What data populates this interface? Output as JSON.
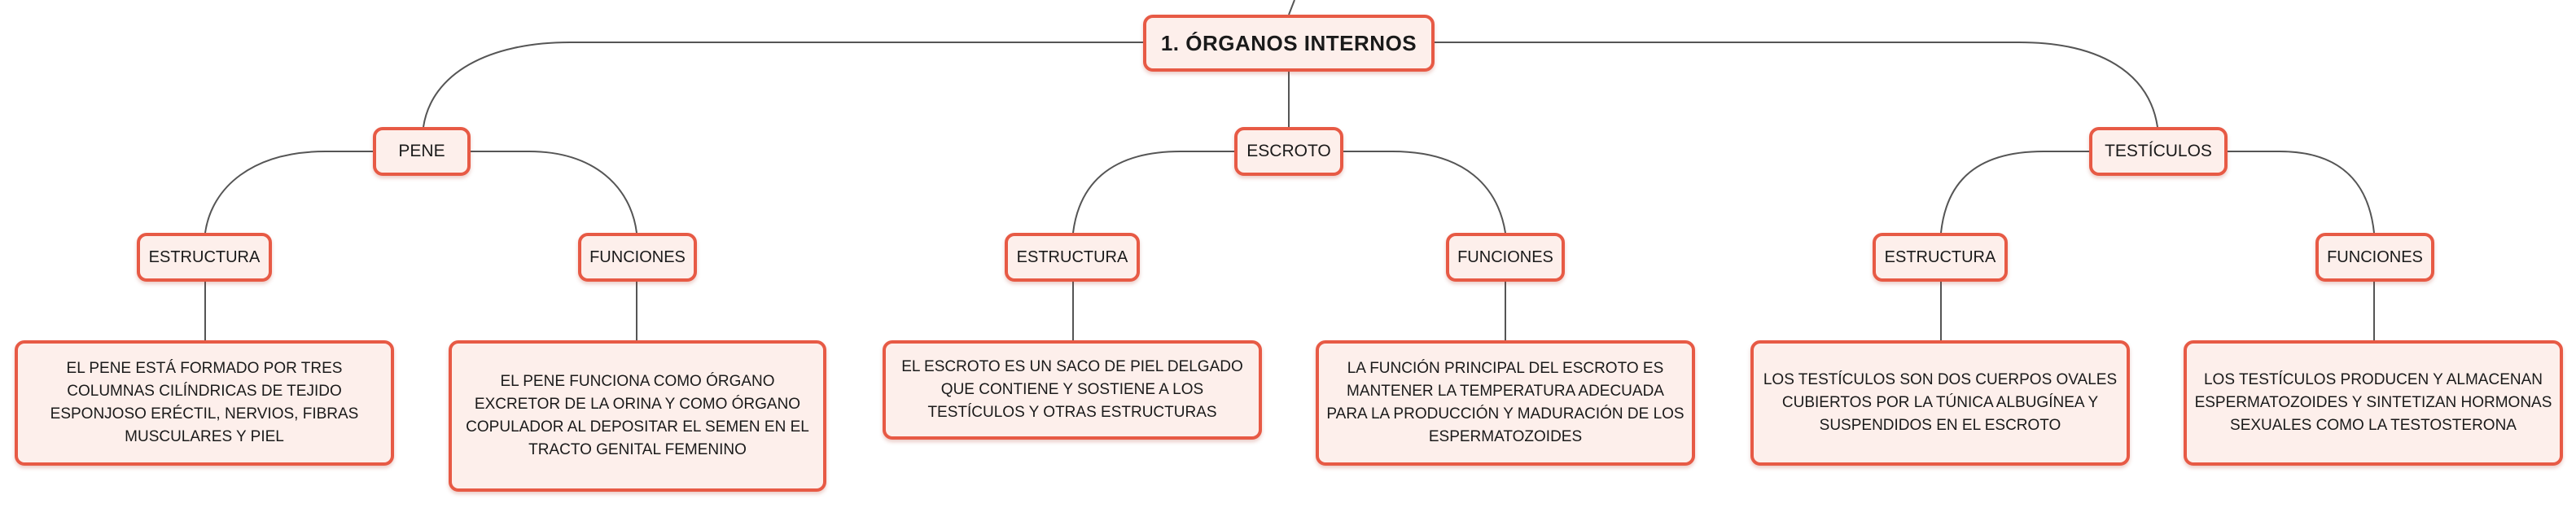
{
  "root": "1. ÓRGANOS INTERNOS",
  "colors": {
    "border": "#e75a45",
    "fill": "#fdefeb",
    "line": "#555555"
  },
  "branches": [
    {
      "title": "PENE",
      "children": [
        {
          "title": "ESTRUCTURA",
          "text": "EL PENE ESTÁ FORMADO POR TRES COLUMNAS CILÍNDRICAS DE TEJIDO ESPONJOSO ERÉCTIL, NERVIOS, FIBRAS MUSCULARES Y PIEL"
        },
        {
          "title": "FUNCIONES",
          "text": "EL PENE FUNCIONA COMO ÓRGANO EXCRETOR DE LA ORINA Y COMO ÓRGANO COPULADOR AL DEPOSITAR EL SEMEN EN EL TRACTO GENITAL FEMENINO"
        }
      ]
    },
    {
      "title": "ESCROTO",
      "children": [
        {
          "title": "ESTRUCTURA",
          "text": "EL ESCROTO ES UN SACO DE PIEL DELGADO QUE CONTIENE Y SOSTIENE A LOS TESTÍCULOS Y OTRAS ESTRUCTURAS"
        },
        {
          "title": "FUNCIONES",
          "text": "LA FUNCIÓN PRINCIPAL DEL ESCROTO ES MANTENER LA TEMPERATURA ADECUADA PARA LA PRODUCCIÓN Y MADURACIÓN DE LOS ESPERMATOZOIDES"
        }
      ]
    },
    {
      "title": "TESTÍCULOS",
      "children": [
        {
          "title": "ESTRUCTURA",
          "text": "LOS TESTÍCULOS SON DOS CUERPOS OVALES CUBIERTOS POR LA TÚNICA ALBUGÍNEA Y SUSPENDIDOS EN EL ESCROTO"
        },
        {
          "title": "FUNCIONES",
          "text": "LOS TESTÍCULOS PRODUCEN Y ALMACENAN ESPERMATOZOIDES Y SINTETIZAN HORMONAS SEXUALES COMO LA TESTOSTERONA"
        }
      ]
    }
  ]
}
